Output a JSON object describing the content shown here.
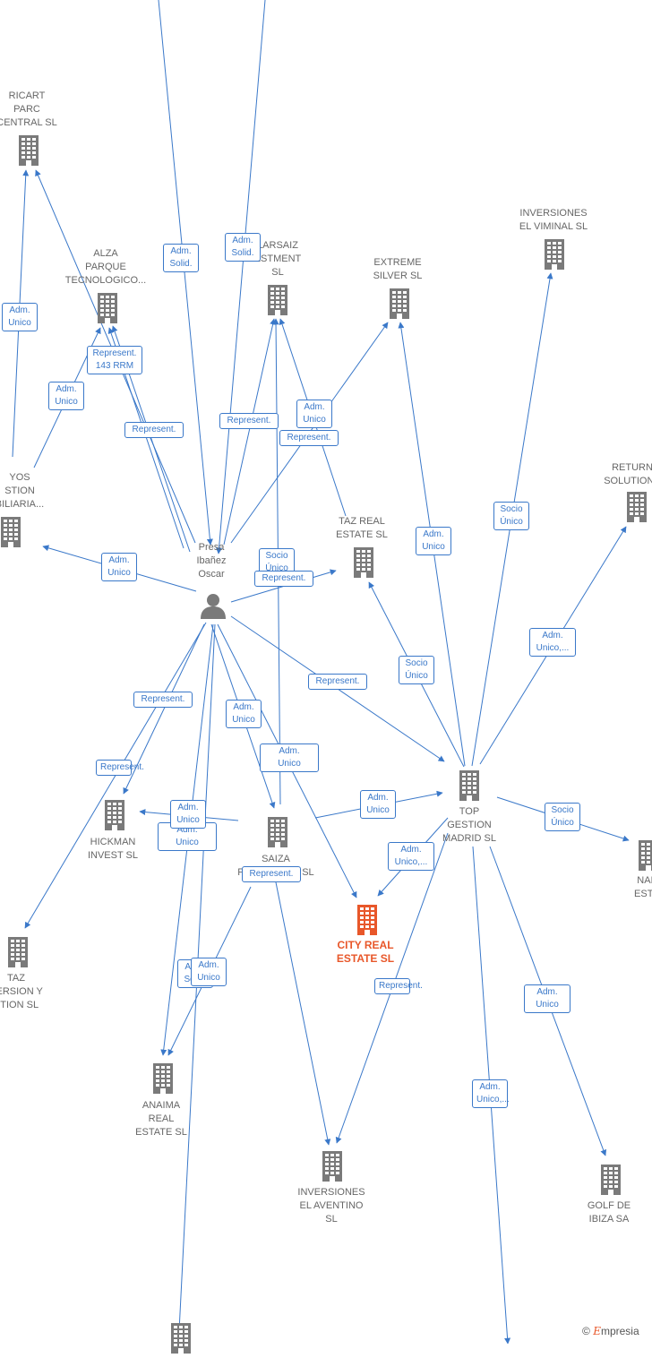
{
  "colors": {
    "edge": "#3a78c9",
    "company": "#7a7a7a",
    "highlight": "#e8572a",
    "person": "#7a7a7a"
  },
  "nodes": [
    {
      "id": "ricart",
      "icon": "building-icon",
      "label": "RICART\nPARC\nCENTRAL SL"
    },
    {
      "id": "alza",
      "icon": "building-icon",
      "label": "ALZA\nPARQUE\nTECNOLOGICO..."
    },
    {
      "id": "larsaiz",
      "icon": "building-icon",
      "label": "LARSAIZ\nESTMENT\nSL"
    },
    {
      "id": "extreme",
      "icon": "building-icon",
      "label": "EXTREME\nSILVER SL"
    },
    {
      "id": "viminal",
      "icon": "building-icon",
      "label": "INVERSIONES\nEL VIMINAL SL"
    },
    {
      "id": "return",
      "icon": "building-icon",
      "label": "RETURN\nSOLUTIONS"
    },
    {
      "id": "ayos",
      "icon": "building-icon",
      "label": "YOS\nSTION\nBILIARIA..."
    },
    {
      "id": "taz_real",
      "icon": "building-icon",
      "label": "TAZ REAL\nESTATE SL"
    },
    {
      "id": "presa",
      "icon": "person-icon",
      "label": "Presa\nIbañez\nOscar"
    },
    {
      "id": "top",
      "icon": "building-icon",
      "label": "TOP\nGESTION\nMADRID SL"
    },
    {
      "id": "hickman",
      "icon": "building-icon",
      "label": "HICKMAN\nINVEST SL"
    },
    {
      "id": "saiza",
      "icon": "building-icon",
      "label": "SAIZA\nPROYECTOS SL"
    },
    {
      "id": "city",
      "icon": "building-icon",
      "label": "CITY REAL\nESTATE SL",
      "highlight": true
    },
    {
      "id": "nal",
      "icon": "building-icon",
      "label": "NAL\nESTA"
    },
    {
      "id": "taz_inv",
      "icon": "building-icon",
      "label": "TAZ\nVERSION Y\nSTION SL"
    },
    {
      "id": "anaima",
      "icon": "building-icon",
      "label": "ANAIMA\nREAL\nESTATE SL"
    },
    {
      "id": "aventino",
      "icon": "building-icon",
      "label": "INVERSIONES\nEL AVENTINO\nSL"
    },
    {
      "id": "golf",
      "icon": "building-icon",
      "label": "GOLF DE\nIBIZA SA"
    },
    {
      "id": "bottom",
      "icon": "building-icon",
      "label": ""
    }
  ],
  "edge_labels": [
    "Adm.\nSolid.",
    "Adm.\nSolid.",
    "Adm.\nUnico",
    "Represent.\n143 RRM",
    "Adm.\nUnico",
    "Represent.",
    "Represent.",
    "Adm.\nUnico",
    "Represent.",
    "Adm.\nUnico",
    "Socio\nÚnico",
    "Represent.",
    "Adm.\nUnico",
    "Socio\nÚnico",
    "Adm.\nUnico,...",
    "Socio\nÚnico",
    "Represent.",
    "Represent.",
    "Adm.\nUnico",
    "Adm.\nUnico",
    "Represent.",
    "Adm.\nUnico",
    "Represent.",
    "Adm.\nUnico",
    "Socio\nÚnico",
    "Adm.\nUnico,...",
    "Represent.",
    "Adm.\nSolid.",
    "Adm.\nUnico",
    "Adm.\nUnico",
    "Adm.\nUnico,...",
    "Adm.\nUnico"
  ],
  "brand": {
    "symbol": "©",
    "name": "mpresia",
    "initial": "E"
  }
}
